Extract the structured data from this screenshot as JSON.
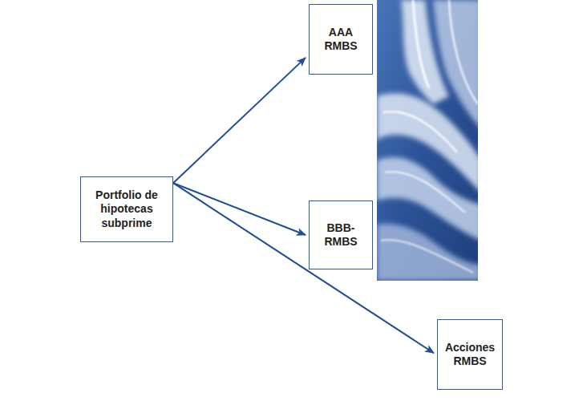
{
  "diagram": {
    "nodes": [
      {
        "text": [
          "Portfolio de hipotecas subprime"
        ]
      },
      {
        "text": [
          "AAA RMBS"
        ]
      },
      {
        "text": [
          "BBB- RMBS"
        ]
      },
      {
        "text": [
          "Acciones RMBS"
        ]
      }
    ],
    "edges": [
      {
        "from": 0,
        "to": 1,
        "arrow": "to"
      },
      {
        "from": 0,
        "to": 2,
        "arrow": "to"
      },
      {
        "from": 0,
        "to": 3,
        "arrow": "to"
      }
    ]
  }
}
